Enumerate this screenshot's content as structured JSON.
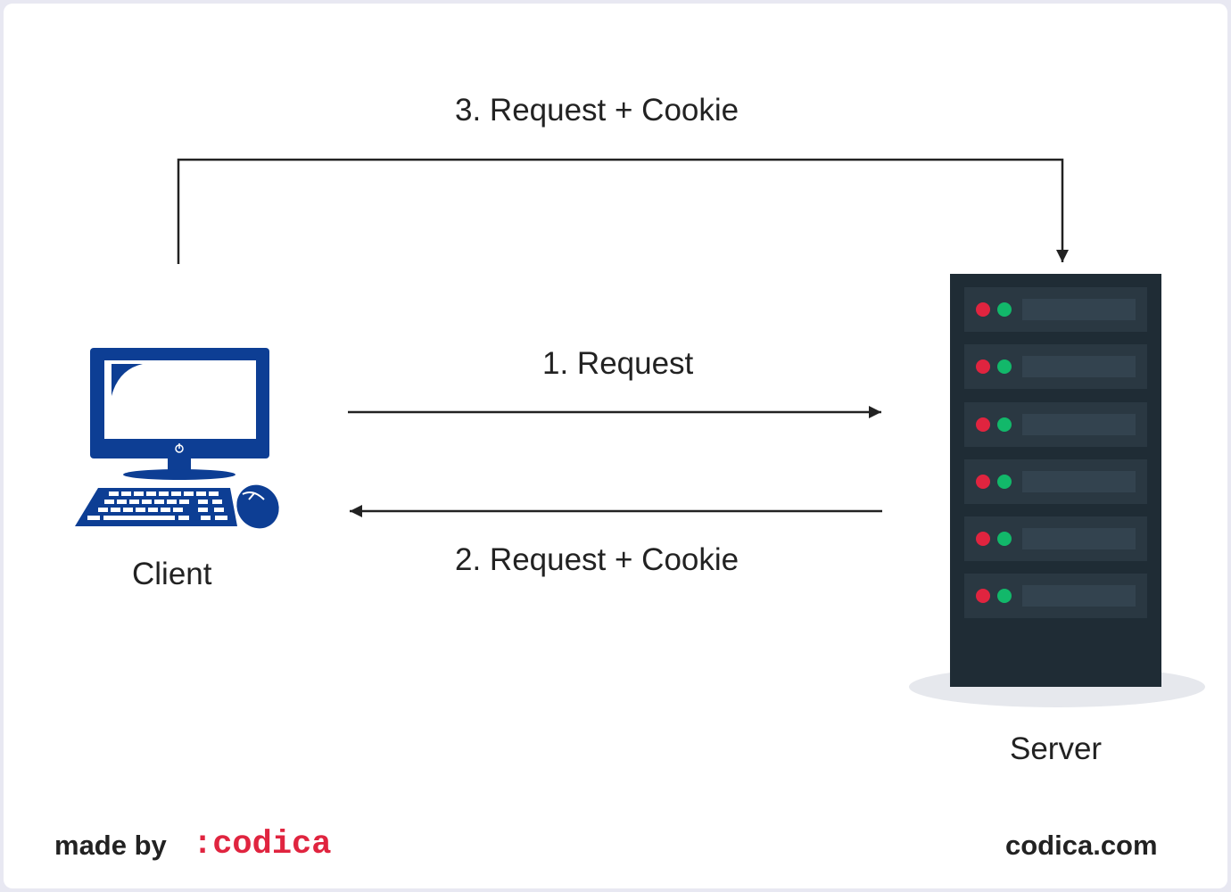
{
  "diagram": {
    "edges": [
      {
        "label": "3. Request + Cookie",
        "from": "Client",
        "to": "Server"
      },
      {
        "label": "1. Request",
        "from": "Client",
        "to": "Server"
      },
      {
        "label": "2. Request + Cookie",
        "from": "Server",
        "to": "Client"
      }
    ],
    "nodes": {
      "client": {
        "label": "Client",
        "icon": "desktop-computer-icon"
      },
      "server": {
        "label": "Server",
        "icon": "server-rack-icon"
      }
    }
  },
  "footer": {
    "made_by": "made by",
    "brand": ":codica",
    "site": "codica.com"
  },
  "colors": {
    "client_icon": "#0d3e94",
    "server_body": "#1f2c35",
    "server_slot": "#33434f",
    "led_red": "#e0243f",
    "led_green": "#12b86a",
    "brand_red": "#e0243f",
    "arrow": "#222222"
  }
}
